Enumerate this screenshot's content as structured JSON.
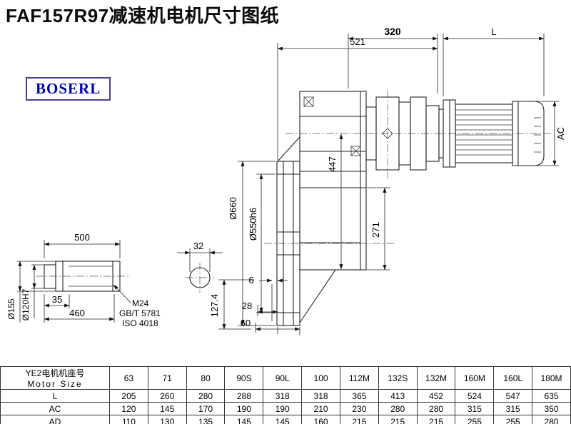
{
  "page": {
    "title": "FAF157R97减速机电机尺寸图纸",
    "logo": "BOSERL"
  },
  "dims": {
    "depth_total": "521",
    "depth_motor_face": "320",
    "motor_length": "L",
    "motor_diameter": "AC",
    "flange_od": "Ø660",
    "flange_spigot": "Ø550h6",
    "height_axis_to_base": "447",
    "height_lower": "271",
    "shaft_total": "500",
    "key_section": "32",
    "shaft_step": "35",
    "shaft_usable": "460",
    "thread": "M24",
    "thread_std_gb": "GB/T 5781",
    "thread_std_iso": "ISO 4018",
    "shaft_dia": "Ø155",
    "shaft_bore": "Ø120H7",
    "offset_6": "6",
    "offset_28": "28",
    "offset_60": "60",
    "offset_127": "127.4"
  },
  "table": {
    "header_cn": "YE2电机机座号",
    "header_en": "Motor Size",
    "columns": [
      "63",
      "71",
      "80",
      "90S",
      "90L",
      "100",
      "112M",
      "132S",
      "132M",
      "160M",
      "160L",
      "180M"
    ],
    "rows": [
      {
        "label": "L",
        "values": [
          "205",
          "260",
          "280",
          "288",
          "318",
          "318",
          "365",
          "413",
          "452",
          "524",
          "547",
          "635"
        ]
      },
      {
        "label": "AC",
        "values": [
          "120",
          "145",
          "170",
          "190",
          "190",
          "210",
          "230",
          "280",
          "280",
          "315",
          "315",
          "350"
        ]
      },
      {
        "label": "AD",
        "values": [
          "110",
          "130",
          "135",
          "145",
          "145",
          "160",
          "215",
          "215",
          "215",
          "255",
          "255",
          "280"
        ]
      }
    ]
  }
}
